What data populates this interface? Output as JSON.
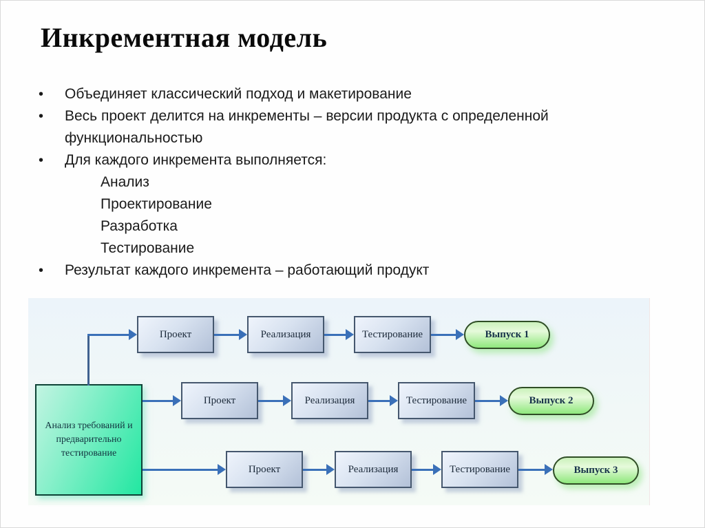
{
  "slide": {
    "title": "Инкрементная модель",
    "bullet_char": "•",
    "bullets": [
      "Объединяет классический подход и макетирование",
      "Весь проект делится на инкременты – версии продукта с определенной функциональностью",
      "Для каждого инкремента выполняется:"
    ],
    "sub_items": [
      "Анализ",
      "Проектирование",
      "Разработка",
      "Тестирование"
    ],
    "final_bullet": "Результат каждого инкремента – работающий продукт"
  },
  "diagram": {
    "analysis_box": "Анализ требований и предварительно тестирование",
    "rows": [
      {
        "steps": [
          "Проект",
          "Реализация",
          "Тестирование"
        ],
        "release": "Выпуск 1"
      },
      {
        "steps": [
          "Проект",
          "Реализация",
          "Тестирование"
        ],
        "release": "Выпуск 2"
      },
      {
        "steps": [
          "Проект",
          "Реализация",
          "Тестирование"
        ],
        "release": "Выпуск 3"
      }
    ],
    "colors": {
      "arrow_blue": "#3a70b8",
      "process_box_fill_top": "#eff4fc",
      "process_box_fill_bottom": "#b3c1d8",
      "process_box_border": "#45576e",
      "analysis_box_green": "#22e7a1",
      "release_pill_green": "#8fe87d",
      "panel_background": "#ecf4fa"
    }
  }
}
